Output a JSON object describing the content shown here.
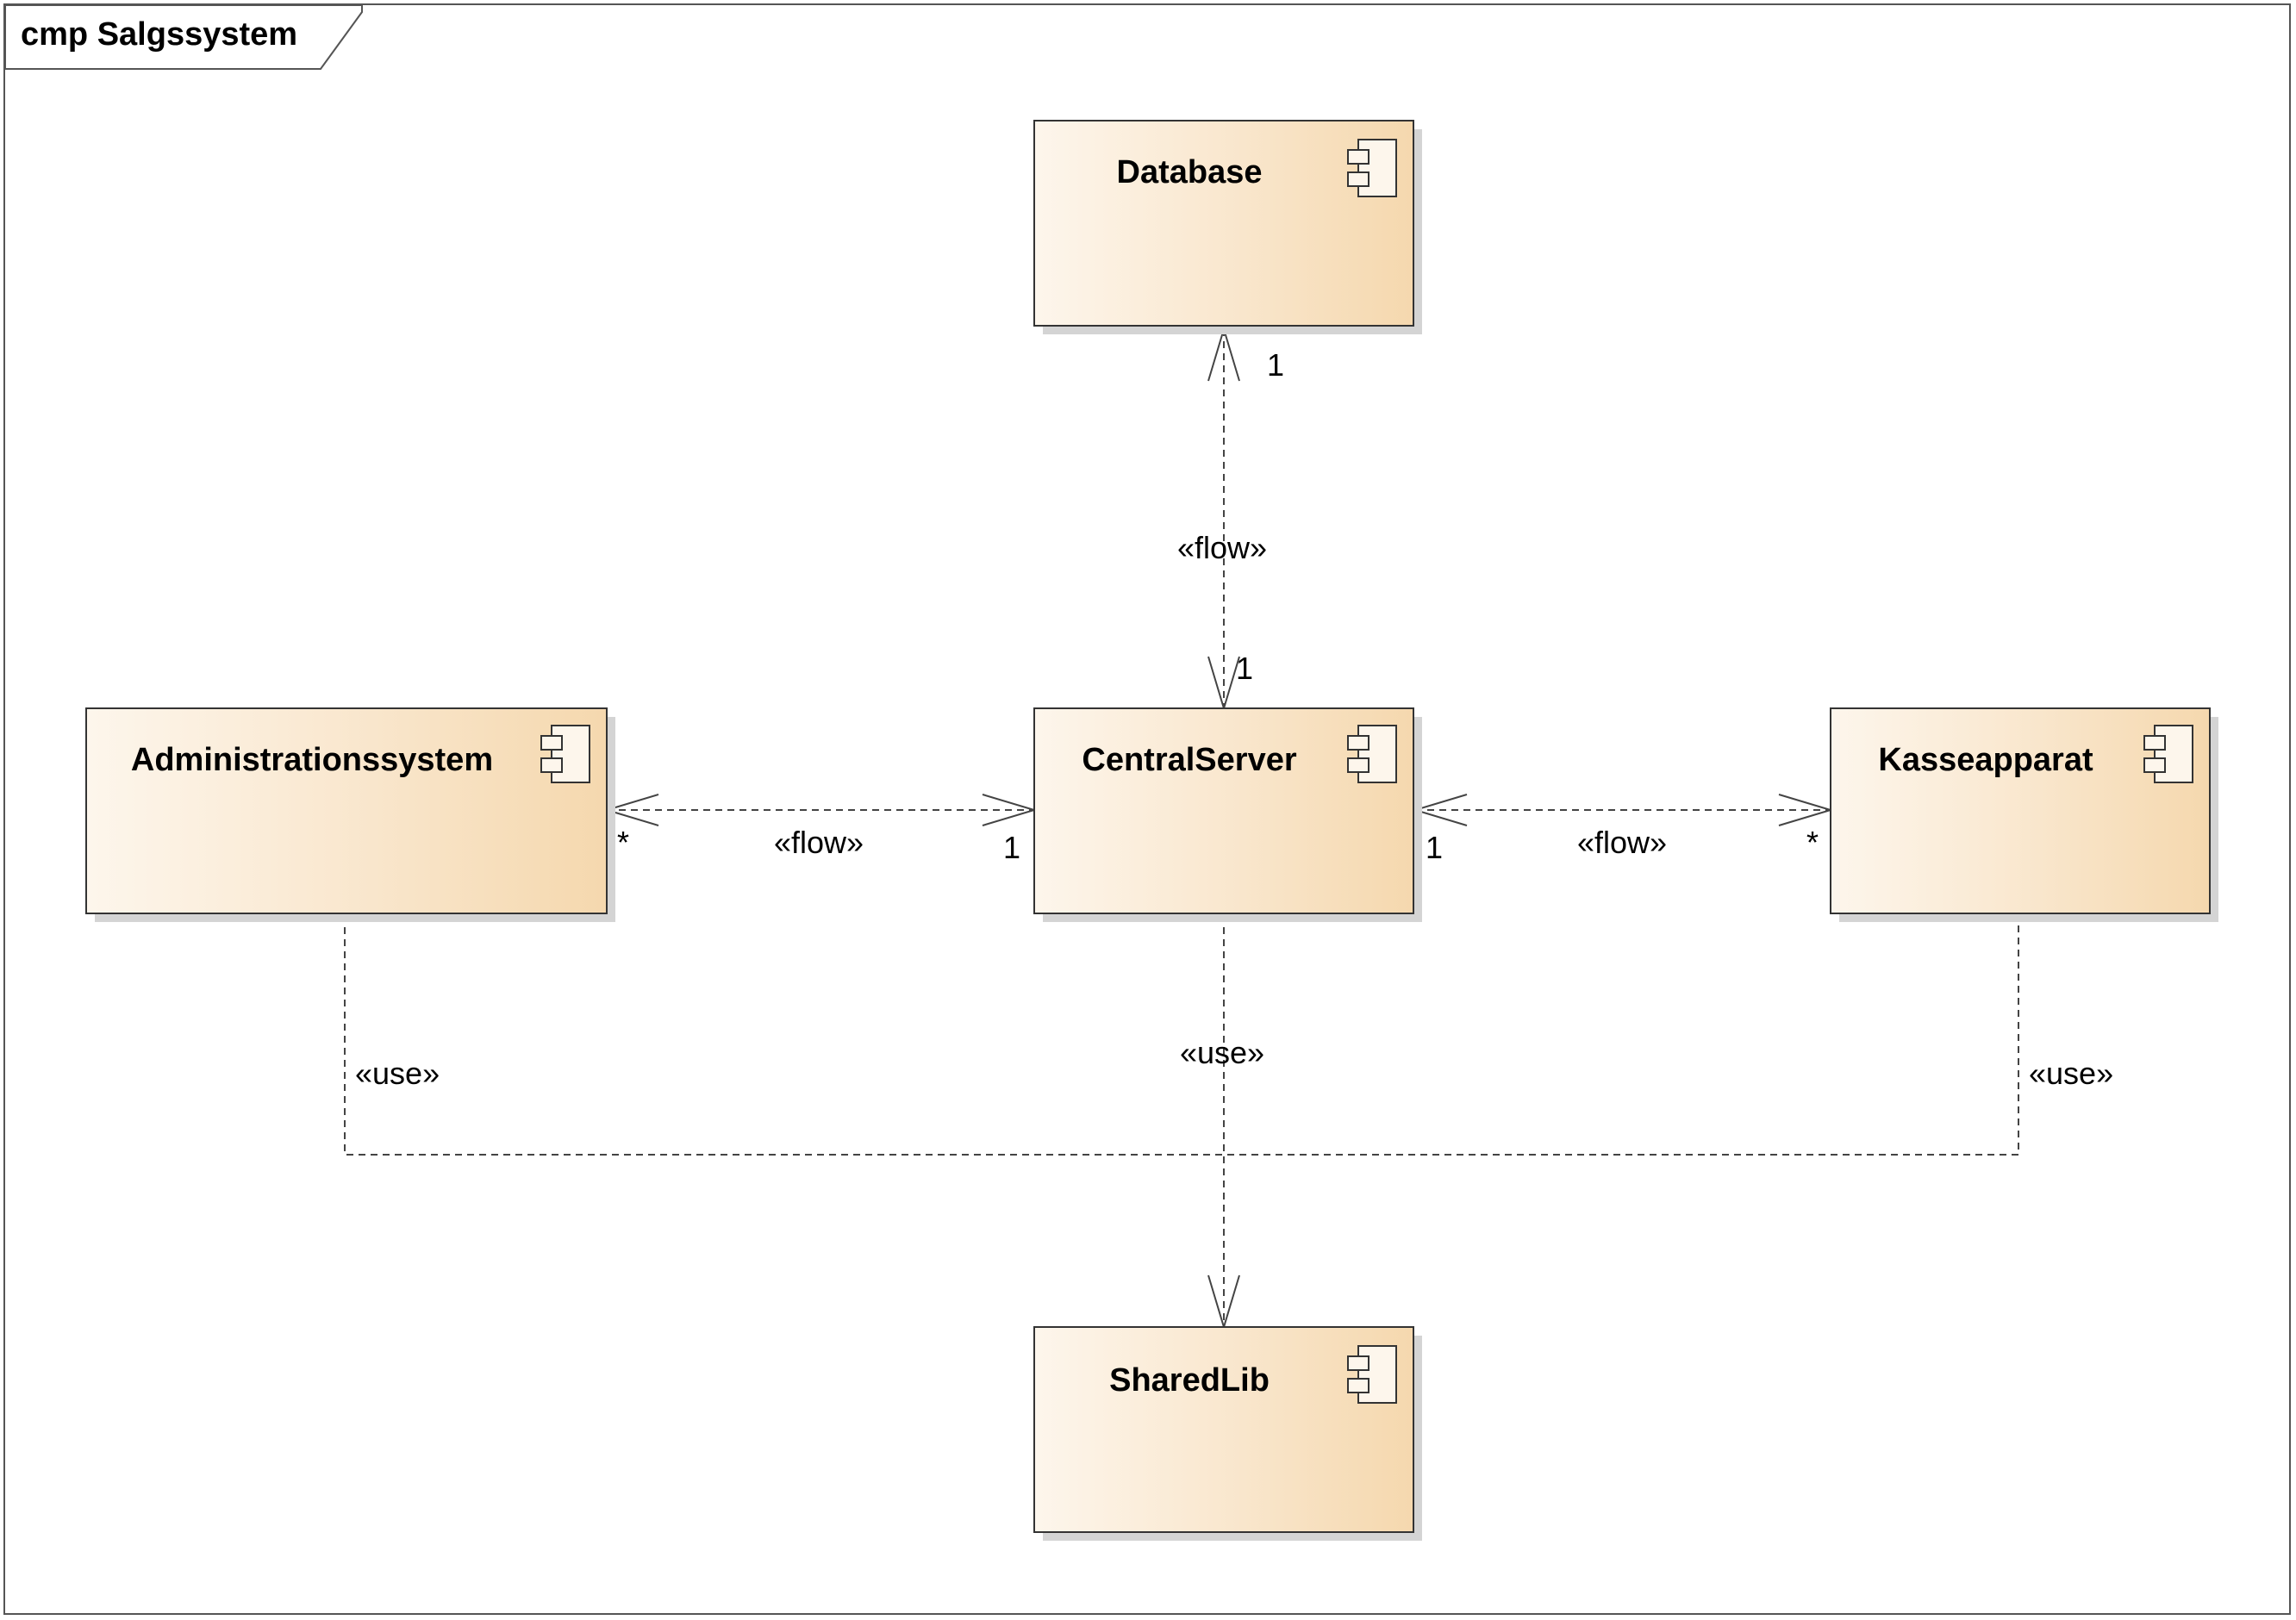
{
  "frame": {
    "title": "cmp Salgssystem"
  },
  "components": {
    "database": {
      "name": "Database"
    },
    "administrationssystem": {
      "name": "Administrationssystem"
    },
    "centralserver": {
      "name": "CentralServer"
    },
    "kasseapparat": {
      "name": "Kasseapparat"
    },
    "sharedlib": {
      "name": "SharedLib"
    }
  },
  "connectors": {
    "db_central": {
      "stereotype": "«flow»",
      "mult_database": "1",
      "mult_central": "1"
    },
    "admin_central": {
      "stereotype": "«flow»",
      "mult_admin": "*",
      "mult_central": "1"
    },
    "central_kasse": {
      "stereotype": "«flow»",
      "mult_central": "1",
      "mult_kasse": "*"
    },
    "admin_use": {
      "stereotype": "«use»"
    },
    "central_use": {
      "stereotype": "«use»"
    },
    "kasse_use": {
      "stereotype": "«use»"
    }
  },
  "colors": {
    "component_fill_light": "#fdf6ec",
    "component_fill_dark": "#f5d9b0",
    "stroke": "#333333",
    "shadow": "#d4d4d4"
  }
}
